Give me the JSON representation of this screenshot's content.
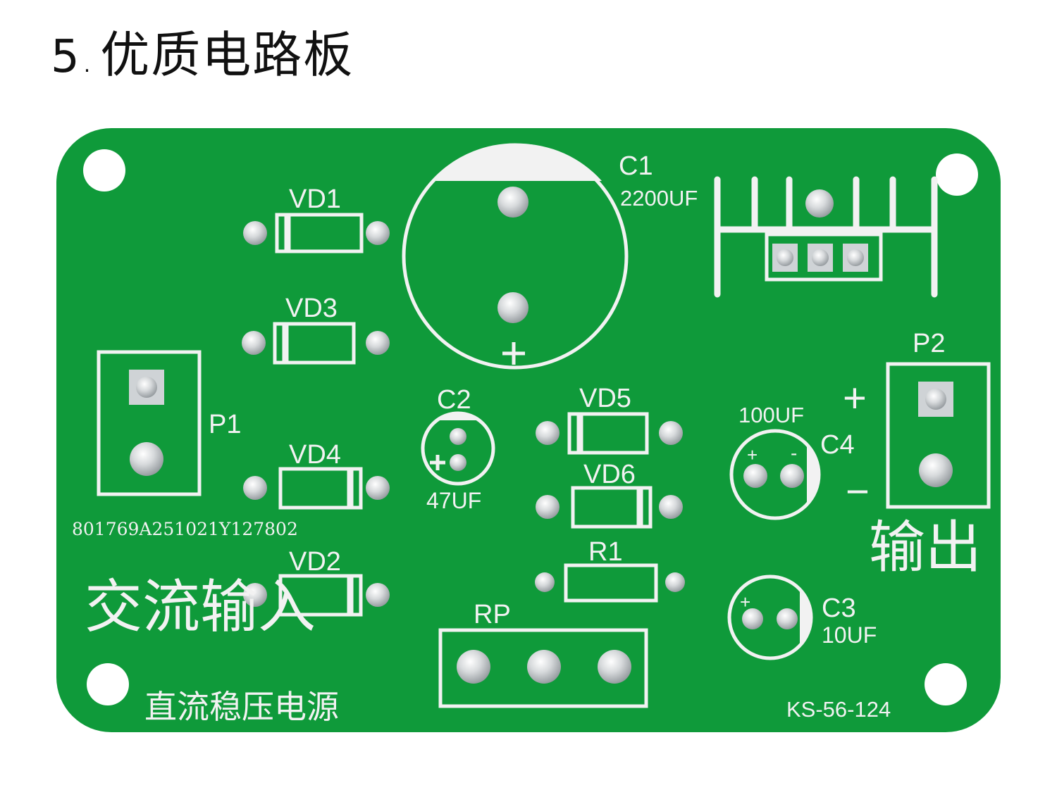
{
  "heading": {
    "number": "5",
    "dot": ".",
    "text": "优质电路板"
  },
  "board": {
    "colors": {
      "pcb": "#0f9a3a",
      "silkscreen": "#f2f2f2",
      "pad": "#cfd3d6",
      "background": "#ffffff"
    },
    "labels": {
      "c1": "C1",
      "c1_value": "2200UF",
      "vd1": "VD1",
      "vd3": "VD3",
      "vd4": "VD4",
      "vd2": "VD2",
      "vd5": "VD5",
      "vd6": "VD6",
      "p1": "P1",
      "p2": "P2",
      "c2": "C2",
      "c2_value": "47UF",
      "c4": "C4",
      "c4_value": "100UF",
      "c3": "C3",
      "c3_value": "10UF",
      "r1": "R1",
      "rp": "RP",
      "plus": "+",
      "minus": "−",
      "serial": "801769A251021Y127802",
      "ac_input": "交流输入",
      "output": "输出",
      "title": "直流稳压电源",
      "model": "KS-56-124"
    }
  }
}
